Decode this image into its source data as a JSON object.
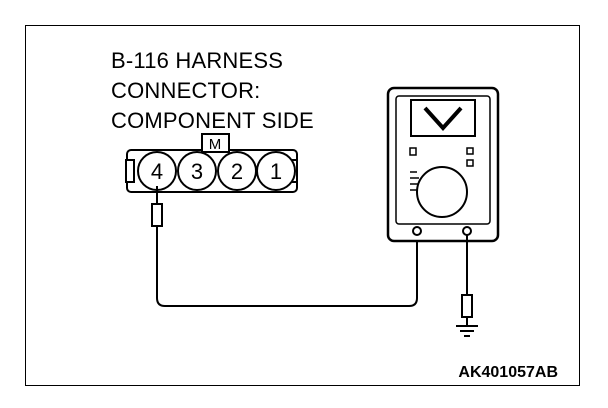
{
  "diagram": {
    "title_lines": [
      "B-116 HARNESS",
      "CONNECTOR:",
      "COMPONENT SIDE"
    ],
    "connector_key_label": "M",
    "pins": [
      "4",
      "3",
      "2",
      "1"
    ],
    "figure_code": "AK401057AB",
    "meter_icon": "voltmeter-icon",
    "ground_icon": "ground-symbol-icon"
  }
}
